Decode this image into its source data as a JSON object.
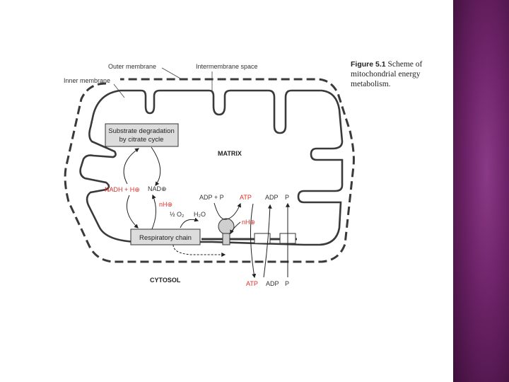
{
  "labels": {
    "outer_membrane": "Outer membrane",
    "intermembrane_space": "Intermembrane space",
    "inner_membrane": "Inner membrane",
    "substrate_line1": "Substrate degradation",
    "substrate_line2": "by citrate cycle",
    "matrix": "MATRIX",
    "nadh": "NADH + H⊕",
    "nad": "NAD⊕",
    "nh_top": "nH⊕",
    "half_o2": "½ O₂",
    "h2o": "H₂O",
    "adp_p_1": "ADP + P",
    "atp_1": "ATP",
    "adp_2": "ADP",
    "p_2": "P",
    "nh_right": "nH⊕",
    "respiratory_chain": "Respiratory chain",
    "cytosol": "CYTOSOL",
    "atp_bottom": "ATP",
    "adp_bottom": "ADP",
    "p_bottom": "P"
  },
  "caption": {
    "figure_number": "Figure 5.1",
    "text": "Scheme of mitochondrial energy metabolism."
  },
  "colors": {
    "accent_red": "#d9322a",
    "panel_purple": "#6b2266"
  }
}
